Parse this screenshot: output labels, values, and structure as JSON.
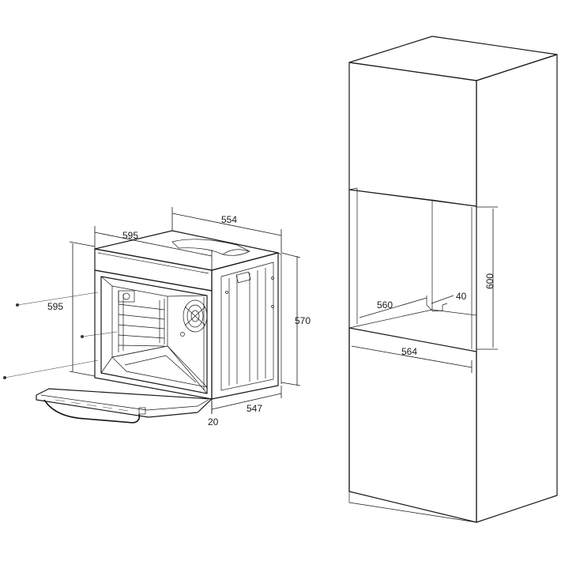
{
  "oven": {
    "dim_depth_top": "554",
    "dim_width": "595",
    "dim_height_front": "595",
    "dim_height_side": "570",
    "dim_depth_body": "547",
    "dim_door_thickness": "20"
  },
  "cabinet": {
    "dim_niche_height": "600",
    "dim_niche_width": "560",
    "dim_vent_gap": "40",
    "dim_niche_depth": "564"
  }
}
